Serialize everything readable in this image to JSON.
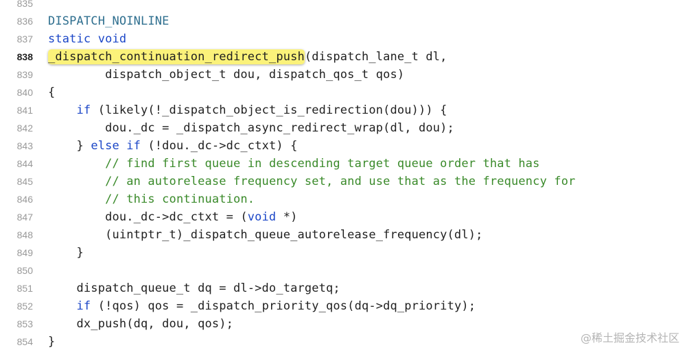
{
  "editor": {
    "lines": [
      {
        "num": "835",
        "tokens": []
      },
      {
        "num": "836",
        "tokens": [
          {
            "text": "DISPATCH_NOINLINE",
            "kind": "macro"
          }
        ]
      },
      {
        "num": "837",
        "tokens": [
          {
            "text": "static",
            "kind": "kw"
          },
          {
            "text": " ",
            "kind": "plain"
          },
          {
            "text": "void",
            "kind": "kw"
          }
        ]
      },
      {
        "num": "838",
        "active": true,
        "tokens": [
          {
            "text": "_dispatch_continuation_redirect_push",
            "kind": "hl"
          },
          {
            "text": "(dispatch_lane_t dl,",
            "kind": "plain"
          }
        ]
      },
      {
        "num": "839",
        "tokens": [
          {
            "text": "        dispatch_object_t dou, dispatch_qos_t qos)",
            "kind": "plain"
          }
        ]
      },
      {
        "num": "840",
        "tokens": [
          {
            "text": "{",
            "kind": "plain"
          }
        ]
      },
      {
        "num": "841",
        "tokens": [
          {
            "text": "    ",
            "kind": "plain"
          },
          {
            "text": "if",
            "kind": "kw"
          },
          {
            "text": " (likely(!_dispatch_object_is_redirection(dou))) {",
            "kind": "plain"
          }
        ]
      },
      {
        "num": "842",
        "tokens": [
          {
            "text": "        dou._dc = _dispatch_async_redirect_wrap(dl, dou);",
            "kind": "plain"
          }
        ]
      },
      {
        "num": "843",
        "tokens": [
          {
            "text": "    } ",
            "kind": "plain"
          },
          {
            "text": "else",
            "kind": "kw"
          },
          {
            "text": " ",
            "kind": "plain"
          },
          {
            "text": "if",
            "kind": "kw"
          },
          {
            "text": " (!dou._dc->dc_ctxt) {",
            "kind": "plain"
          }
        ]
      },
      {
        "num": "844",
        "tokens": [
          {
            "text": "        ",
            "kind": "plain"
          },
          {
            "text": "// find first queue in descending target queue order that has",
            "kind": "comment"
          }
        ]
      },
      {
        "num": "845",
        "tokens": [
          {
            "text": "        ",
            "kind": "plain"
          },
          {
            "text": "// an autorelease frequency set, and use that as the frequency for",
            "kind": "comment"
          }
        ]
      },
      {
        "num": "846",
        "tokens": [
          {
            "text": "        ",
            "kind": "plain"
          },
          {
            "text": "// this continuation.",
            "kind": "comment"
          }
        ]
      },
      {
        "num": "847",
        "tokens": [
          {
            "text": "        dou._dc->dc_ctxt = (",
            "kind": "plain"
          },
          {
            "text": "void",
            "kind": "kw"
          },
          {
            "text": " *)",
            "kind": "plain"
          }
        ]
      },
      {
        "num": "848",
        "tokens": [
          {
            "text": "        (uintptr_t)_dispatch_queue_autorelease_frequency(dl);",
            "kind": "plain"
          }
        ]
      },
      {
        "num": "849",
        "tokens": [
          {
            "text": "    }",
            "kind": "plain"
          }
        ]
      },
      {
        "num": "850",
        "tokens": []
      },
      {
        "num": "851",
        "tokens": [
          {
            "text": "    dispatch_queue_t dq = dl->do_targetq;",
            "kind": "plain"
          }
        ]
      },
      {
        "num": "852",
        "tokens": [
          {
            "text": "    ",
            "kind": "plain"
          },
          {
            "text": "if",
            "kind": "kw"
          },
          {
            "text": " (!qos) qos = _dispatch_priority_qos(dq->dq_priority);",
            "kind": "plain"
          }
        ]
      },
      {
        "num": "853",
        "tokens": [
          {
            "text": "    dx_push(dq, dou, qos);",
            "kind": "plain"
          }
        ]
      },
      {
        "num": "854",
        "tokens": [
          {
            "text": "}",
            "kind": "plain"
          }
        ]
      }
    ]
  },
  "watermark": "@稀土掘金技术社区",
  "colors": {
    "macro": "#2f6f8f",
    "keyword": "#1b46c7",
    "comment": "#3a8a2a",
    "highlight": "#fbf27a"
  }
}
